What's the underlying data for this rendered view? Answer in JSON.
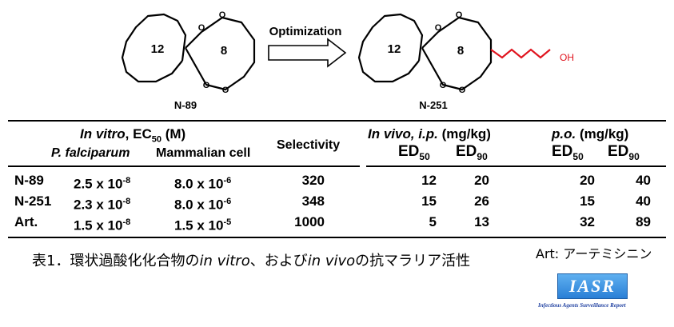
{
  "scheme": {
    "left_compound": "N-89",
    "right_compound": "N-251",
    "arrow_label": "Optimization",
    "ring_large": "12",
    "ring_small": "8",
    "oxygen": "O",
    "hydroxyl": "OH",
    "chain_color": "#e0141e"
  },
  "table": {
    "in_vitro_header": "In vitro",
    "ec50_prefix": ", EC",
    "ec50_sub": "50",
    "ec50_unit": " (M)",
    "col_pf": "P. falciparum",
    "col_mammal": "Mammalian cell",
    "col_selectivity": "Selectivity",
    "in_vivo_header": "In vivo, i.p.",
    "in_vivo_unit": " (mg/kg)",
    "po_header": "p.o.",
    "po_unit": " (mg/kg)",
    "ed_label": "ED",
    "ed50_sub": "50",
    "ed90_sub": "90",
    "rows": [
      {
        "name": "N-89",
        "pf_base": "2.5 x 10",
        "pf_exp": "-8",
        "mc_base": "8.0 x 10",
        "mc_exp": "-6",
        "selectivity": "320",
        "ip_ed50": "12",
        "ip_ed90": "20",
        "po_ed50": "20",
        "po_ed90": "40"
      },
      {
        "name": "N-251",
        "pf_base": "2.3 x 10",
        "pf_exp": "-8",
        "mc_base": "8.0 x 10",
        "mc_exp": "-6",
        "selectivity": "348",
        "ip_ed50": "15",
        "ip_ed90": "26",
        "po_ed50": "15",
        "po_ed90": "40"
      },
      {
        "name": "Art.",
        "pf_base": "1.5 x 10",
        "pf_exp": "-8",
        "mc_base": "1.5 x 10",
        "mc_exp": "-5",
        "selectivity": "1000",
        "ip_ed50": "5",
        "ip_ed90": "13",
        "po_ed50": "32",
        "po_ed90": "89"
      }
    ]
  },
  "caption": {
    "prefix": "表1．環状過酸化化合物の",
    "in_vitro": "in vitro",
    "middle": "、および",
    "in_vivo": "in vivo",
    "suffix": "の抗マラリア活性",
    "note": "Art: アーテミシニン"
  },
  "logo": {
    "text": "IASR",
    "subtitle": "Infectious Agents Surveillance Report",
    "color": "#2a7fd6"
  }
}
